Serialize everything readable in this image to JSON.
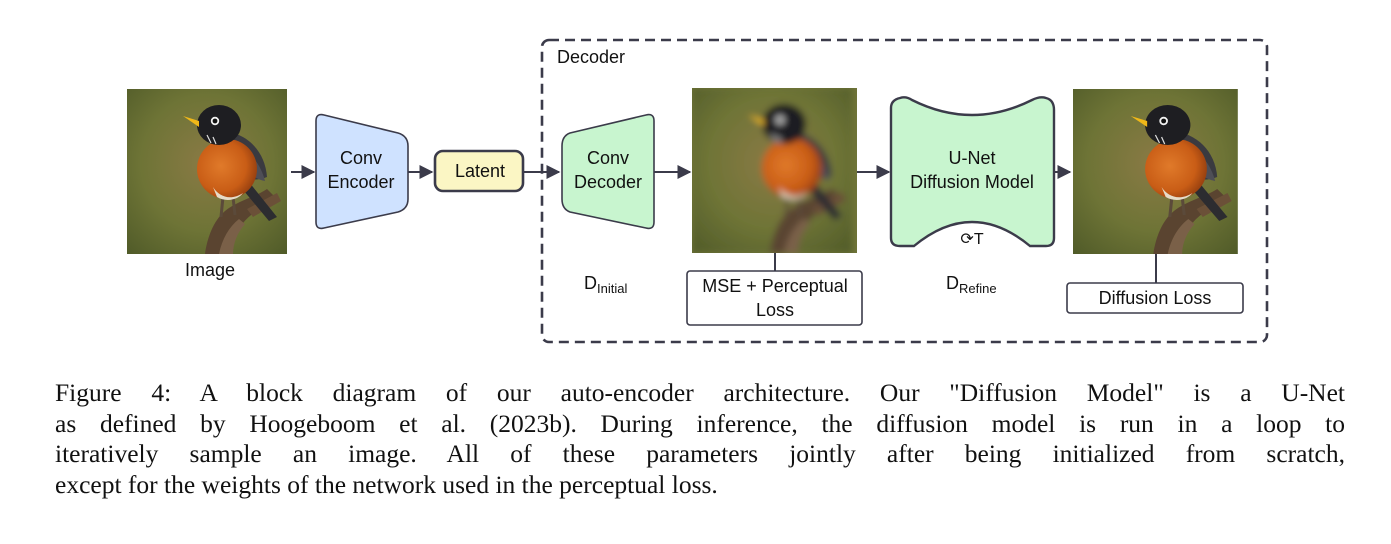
{
  "diagram": {
    "decoder_label": "Decoder",
    "image_label": "Image",
    "conv_encoder_lines": [
      "Conv",
      "Encoder"
    ],
    "latent_label": "Latent",
    "conv_decoder_lines": [
      "Conv",
      "Decoder"
    ],
    "d_initial_main": "D",
    "d_initial_sub": "Initial",
    "mse_loss_lines": [
      "MSE + Perceptual",
      "Loss"
    ],
    "unet_lines": [
      "U-Net",
      "Diffusion Model"
    ],
    "loop_label": "⟳T",
    "d_refine_main": "D",
    "d_refine_sub": "Refine",
    "diffusion_loss_label": "Diffusion Loss",
    "colors": {
      "encoder_fill": "#cfe2ff",
      "latent_fill": "#fbf6c4",
      "decoder_fill": "#c8f5cf",
      "stroke": "#3b3b4a",
      "arrow": "#3b3b4a"
    }
  },
  "caption": {
    "lines": [
      "Figure 4: A block diagram of our auto-encoder architecture. Our \"Diffusion Model\" is a U-Net",
      "as defined by Hoogeboom et al. (2023b). During inference, the diffusion model is run in a loop to",
      "iteratively sample an image. All of these parameters jointly after being initialized from scratch,",
      "except for the weights of the network used in the perceptual loss."
    ]
  }
}
